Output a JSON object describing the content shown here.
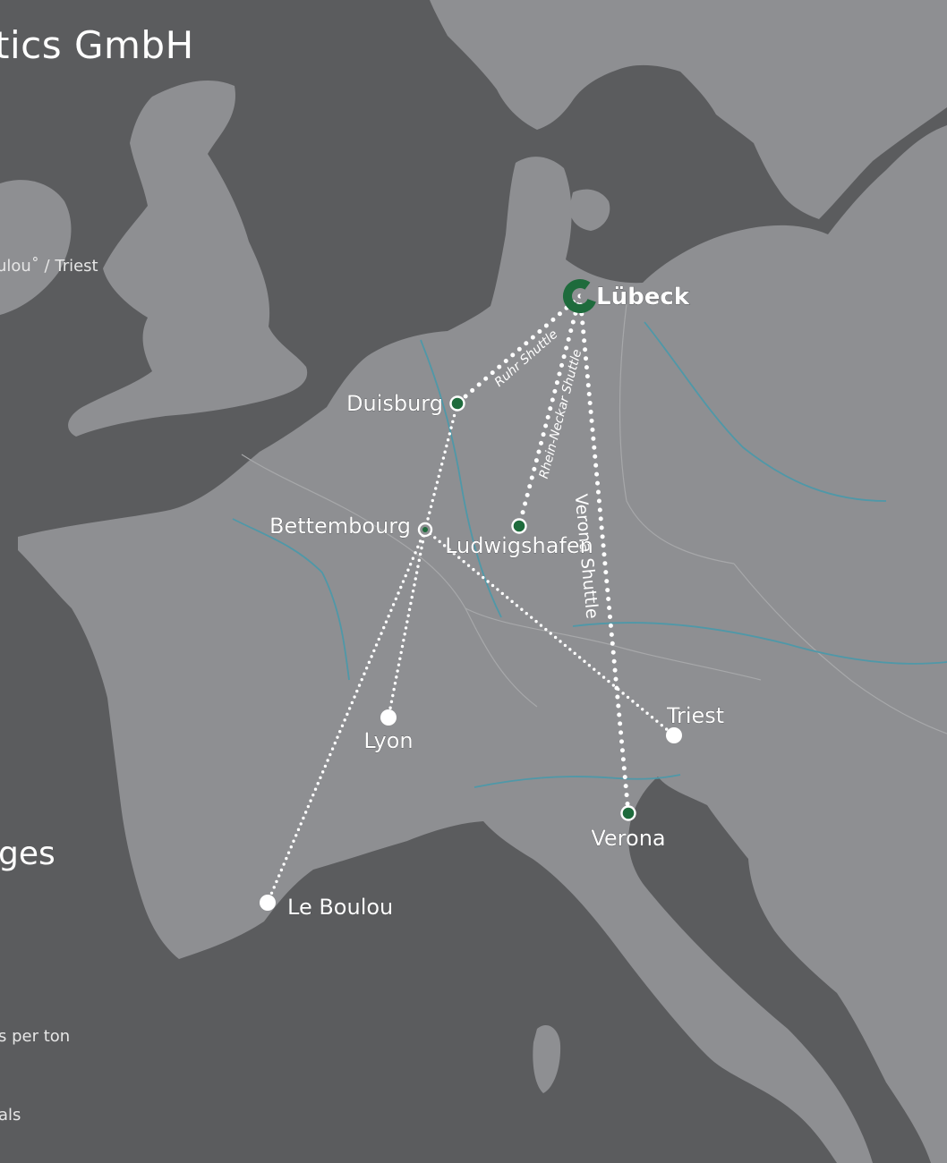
{
  "header": {
    "title_fragment": "tics GmbH",
    "route_fragment": "ulou˚ / Triest"
  },
  "sidebar": {
    "heading_fragment": "ges",
    "line1_fragment": "s per ton",
    "line2_fragment": "als"
  },
  "colors": {
    "sea": "#5b5c5e",
    "land": "#8e8f92",
    "river": "#4f98a8",
    "border": "#a7a8aa",
    "route": "#ffffff",
    "hub_green": "#1e6b3c",
    "terminal_white": "#ffffff"
  },
  "map": {
    "hub": {
      "id": "lubeck",
      "label": "Lübeck",
      "icon": "hub-ring-icon"
    },
    "terminals": [
      {
        "id": "duisburg",
        "label": "Duisburg",
        "style": "green"
      },
      {
        "id": "bettembourg",
        "label": "Bettembourg",
        "style": "hollow"
      },
      {
        "id": "ludwigshafen",
        "label": "Ludwigshafen",
        "style": "green"
      },
      {
        "id": "lyon",
        "label": "Lyon",
        "style": "white"
      },
      {
        "id": "triest",
        "label": "Triest",
        "style": "white"
      },
      {
        "id": "verona",
        "label": "Verona",
        "style": "green"
      },
      {
        "id": "le-boulou",
        "label": "Le Boulou",
        "style": "white"
      }
    ],
    "routes": [
      {
        "id": "ruhr-shuttle",
        "from": "lubeck",
        "to": "duisburg",
        "label": "Ruhr Shuttle"
      },
      {
        "id": "rhein-neckar-shuttle",
        "from": "lubeck",
        "to": "ludwigshafen",
        "label": "Rhein-Neckar Shuttle"
      },
      {
        "id": "verona-shuttle",
        "from": "lubeck",
        "to": "verona",
        "label": "Verona Shuttle"
      },
      {
        "id": "duisburg-bettembourg",
        "from": "duisburg",
        "to": "bettembourg",
        "label": ""
      },
      {
        "id": "bettembourg-lyon",
        "from": "bettembourg",
        "to": "lyon",
        "label": ""
      },
      {
        "id": "bettembourg-leboulou",
        "from": "bettembourg",
        "to": "le-boulou",
        "label": ""
      },
      {
        "id": "bettembourg-triest",
        "from": "bettembourg",
        "to": "triest",
        "label": ""
      }
    ]
  }
}
